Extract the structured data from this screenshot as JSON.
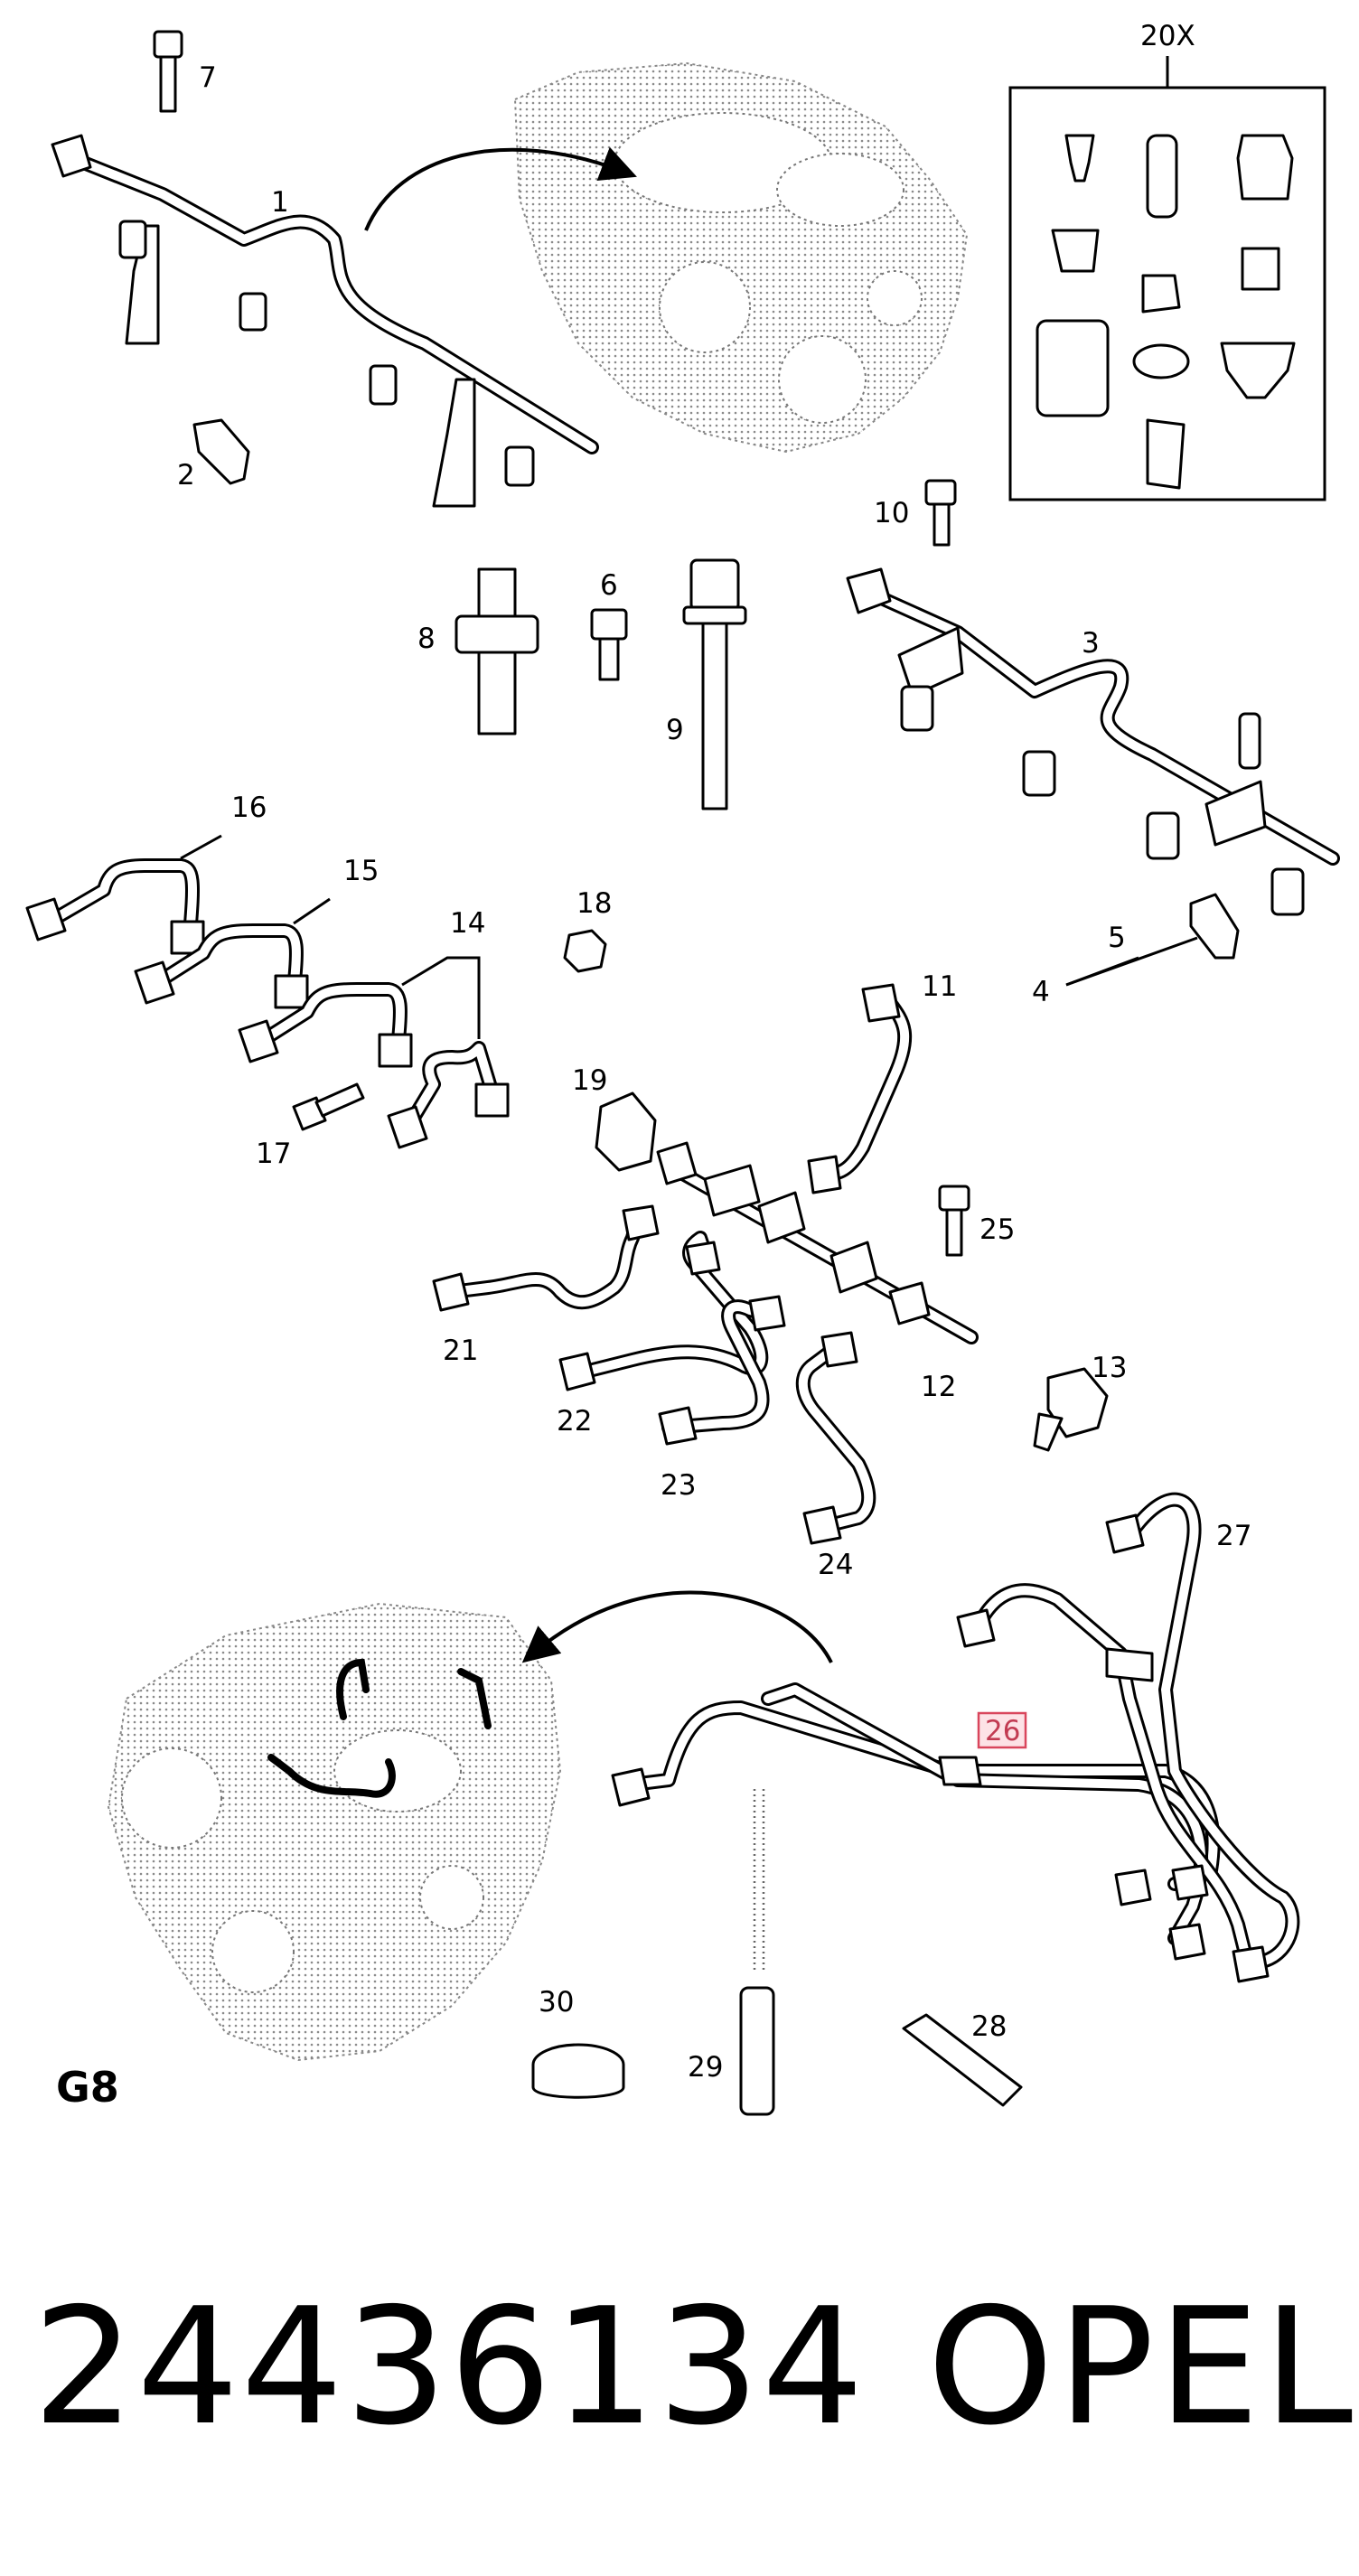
{
  "figure": {
    "group_label": "G8",
    "kit_label": "20X",
    "highlighted_callout": "26",
    "callouts": [
      "1",
      "2",
      "3",
      "4",
      "5",
      "6",
      "7",
      "8",
      "9",
      "10",
      "11",
      "12",
      "13",
      "14",
      "15",
      "16",
      "17",
      "18",
      "19",
      "21",
      "22",
      "23",
      "24",
      "25",
      "26",
      "27",
      "28",
      "29",
      "30"
    ]
  },
  "footer": {
    "part_number": "24436134",
    "brand": "OPEL"
  },
  "colors": {
    "highlight_fill": "#fde2e6",
    "highlight_stroke": "#d9465c"
  }
}
